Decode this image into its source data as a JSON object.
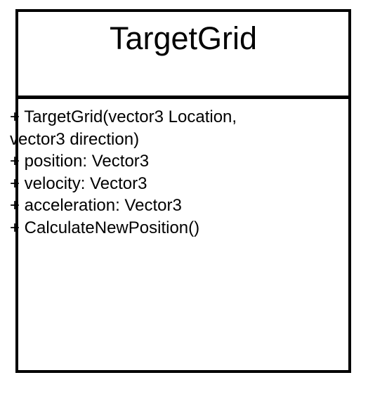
{
  "class": {
    "name": "TargetGrid",
    "members": [
      "+ TargetGrid(vector3 Location,",
      "vector3 direction)",
      "+ position: Vector3",
      "+ velocity: Vector3",
      "+ acceleration: Vector3",
      "+ CalculateNewPosition()"
    ]
  },
  "colors": {
    "border": "#000000",
    "background": "#ffffff",
    "text": "#000000"
  }
}
